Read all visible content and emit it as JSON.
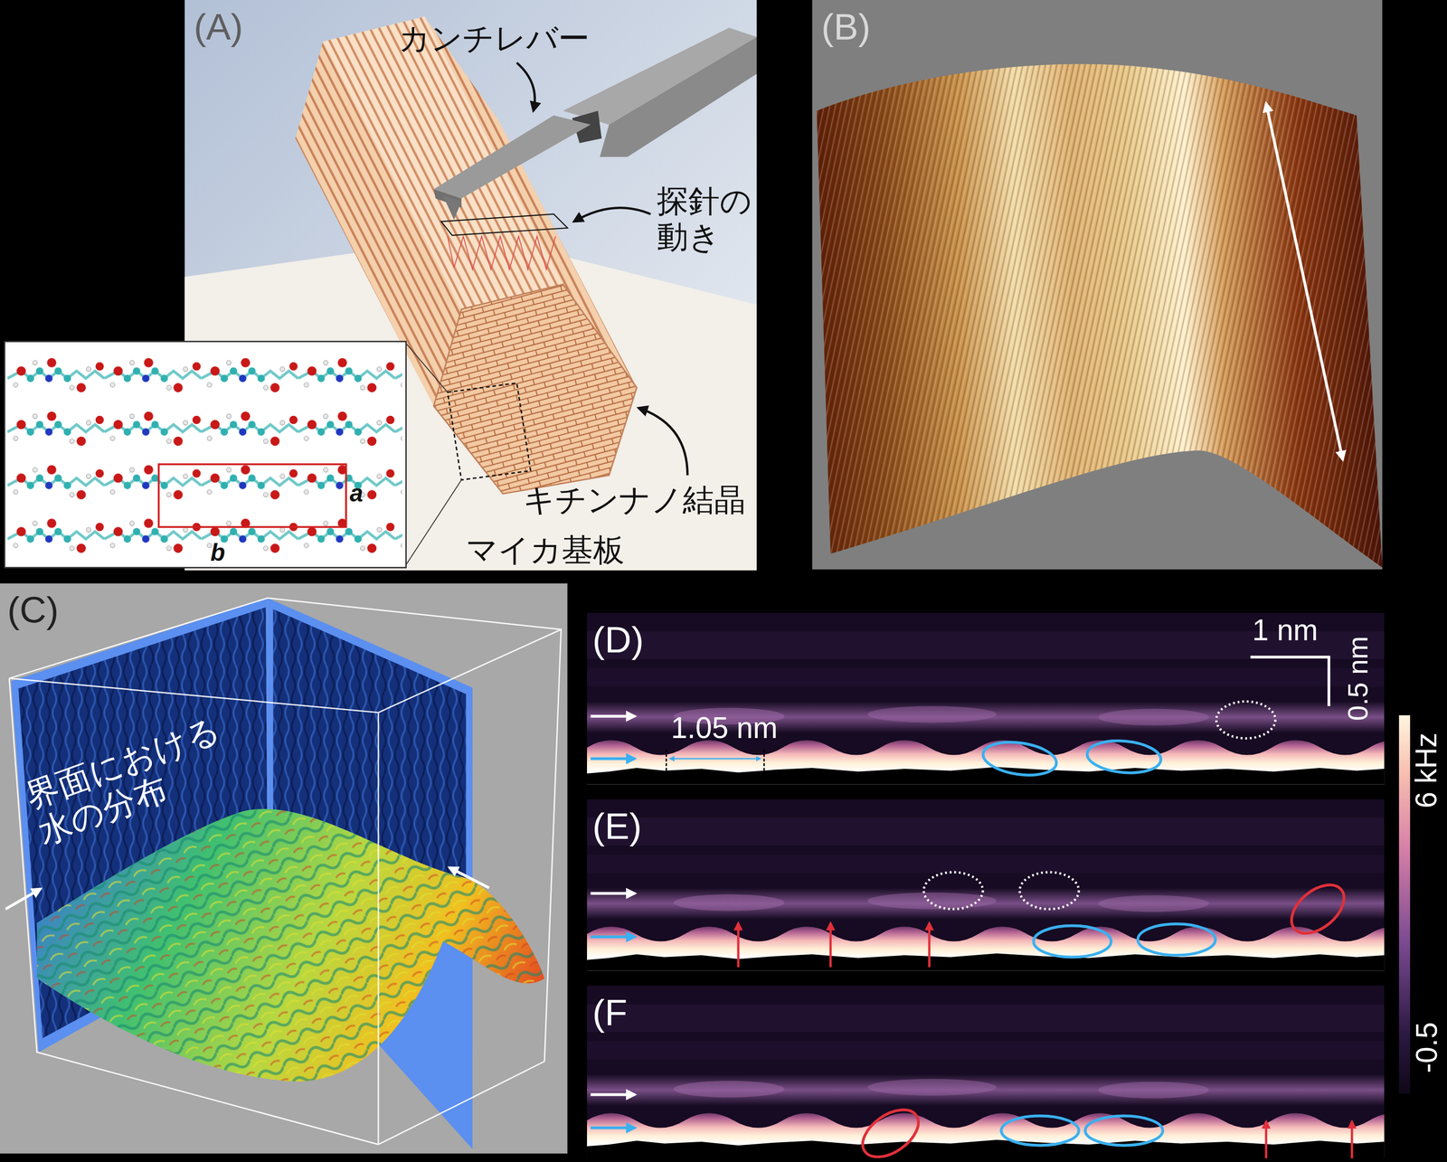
{
  "diagram": {
    "nodes": [
      {
        "text": [
          "(A)",
          "カンチレバー",
          "探針の 動き",
          "キチンナノ結晶",
          "マイカ基板"
        ]
      },
      {
        "text": [
          "a",
          "b"
        ]
      },
      {
        "text": [
          "(B)"
        ]
      },
      {
        "text": [
          "(C)",
          "界面における 水の分布"
        ]
      },
      {
        "text": [
          "(D)",
          "1.05 nm",
          "1 nm",
          "0.5 nm"
        ]
      },
      {
        "text": [
          "(E)"
        ]
      },
      {
        "text": [
          "(F"
        ]
      }
    ],
    "labels": [
      "6 kHz",
      "-0.5"
    ]
  }
}
